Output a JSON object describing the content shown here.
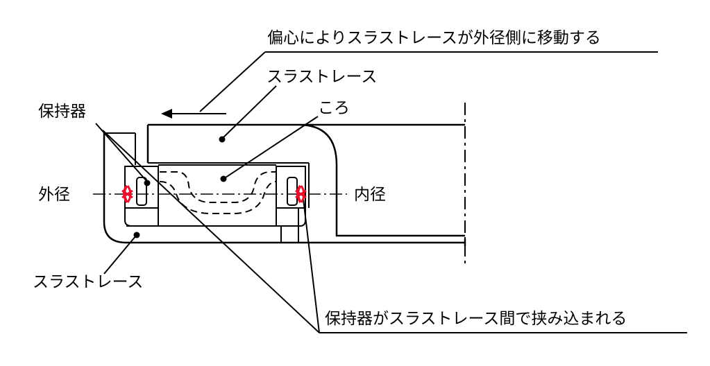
{
  "labels": {
    "top_annotation": "偏心によりスラストレースが外径側に移動する",
    "upper_race": "スラストレース",
    "roller": "ころ",
    "cage": "保持器",
    "outer_diameter": "外径",
    "inner_diameter": "内径",
    "lower_race": "スラストレース",
    "bottom_annotation": "保持器がスラストレース間で挟み込まれる"
  },
  "colors": {
    "line": "#000000",
    "contact_highlight": "#e8102a"
  }
}
